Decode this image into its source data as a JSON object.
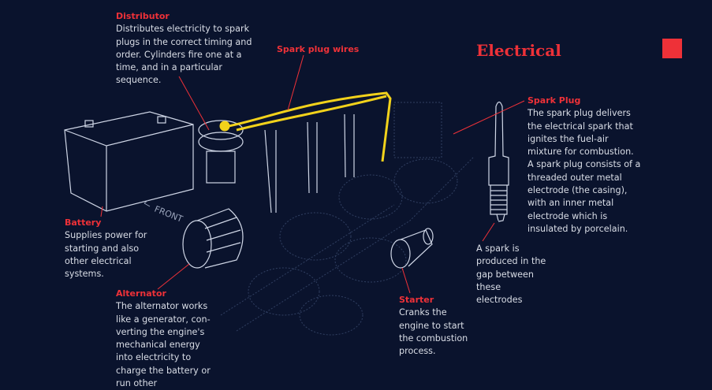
{
  "title": "Electrical",
  "front_label": "FRONT",
  "colors": {
    "background": "#0a132d",
    "accent": "#ee3138",
    "wire": "#f2d21b"
  },
  "callouts": {
    "distributor": {
      "title": "Distributor",
      "text": "Distributes electricity to spark plugs in the correct timing and order. Cylinders fire one at a time, and in a particular sequence."
    },
    "wires": {
      "title": "Spark plug wires"
    },
    "spark_plug": {
      "title": "Spark Plug",
      "text": "The spark plug delivers the electrical spark that ignites the fuel-air mixture for combustion. A spark plug consists of a threaded outer metal electrode (the casing), with an inner metal electrode which is insulated by porcelain."
    },
    "spark_gap": {
      "text": "A spark is produced in the gap between these electrodes"
    },
    "battery": {
      "title": "Battery",
      "text": "Supplies power for starting and also other electrical systems."
    },
    "alternator": {
      "title": "Alternator",
      "text": "The alternator works like a generator, con-verting the engine's mechanical energy into electricity to charge the battery or run other"
    },
    "starter": {
      "title": "Starter",
      "text": "Cranks the engine to start the combustion process."
    }
  }
}
